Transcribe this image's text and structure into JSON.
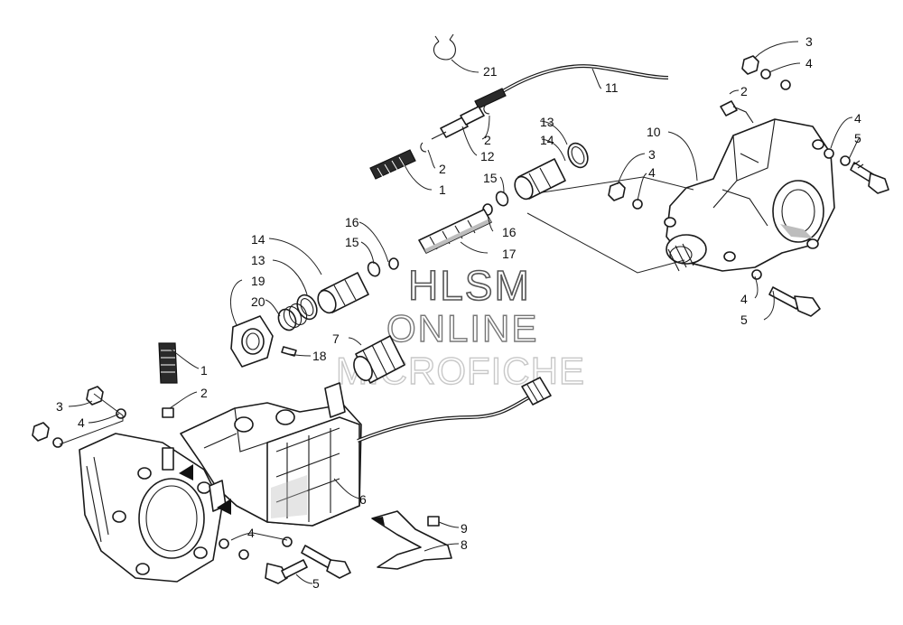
{
  "watermark": {
    "line1": "HLSM",
    "line2": "ONLINE",
    "line3": "MICROFICHE"
  },
  "callouts": {
    "c21": "21",
    "c11": "11",
    "c2_cable_top": "2",
    "c3_tr": "3",
    "c4_tr": "4",
    "c2_clip": "2",
    "c12": "12",
    "c13_top": "13",
    "c14_top": "14",
    "c2_boot_top": "2",
    "c1_top": "1",
    "c15_top": "15",
    "c10": "10",
    "c4_r1": "4",
    "c5_r1": "5",
    "c3_mid": "3",
    "c4_mid": "4",
    "c16_a": "16",
    "c15_b": "15",
    "c16_b": "16",
    "c17": "17",
    "c14_b": "14",
    "c13_b": "13",
    "c19": "19",
    "c20": "20",
    "c4_r2": "4",
    "c5_r2": "5",
    "c7": "7",
    "c18": "18",
    "c1_b": "1",
    "c2_b": "2",
    "c3_l": "3",
    "c4_l": "4",
    "c6": "6",
    "c9": "9",
    "c8": "8",
    "c4_bot": "4",
    "c5_bot": "5"
  }
}
